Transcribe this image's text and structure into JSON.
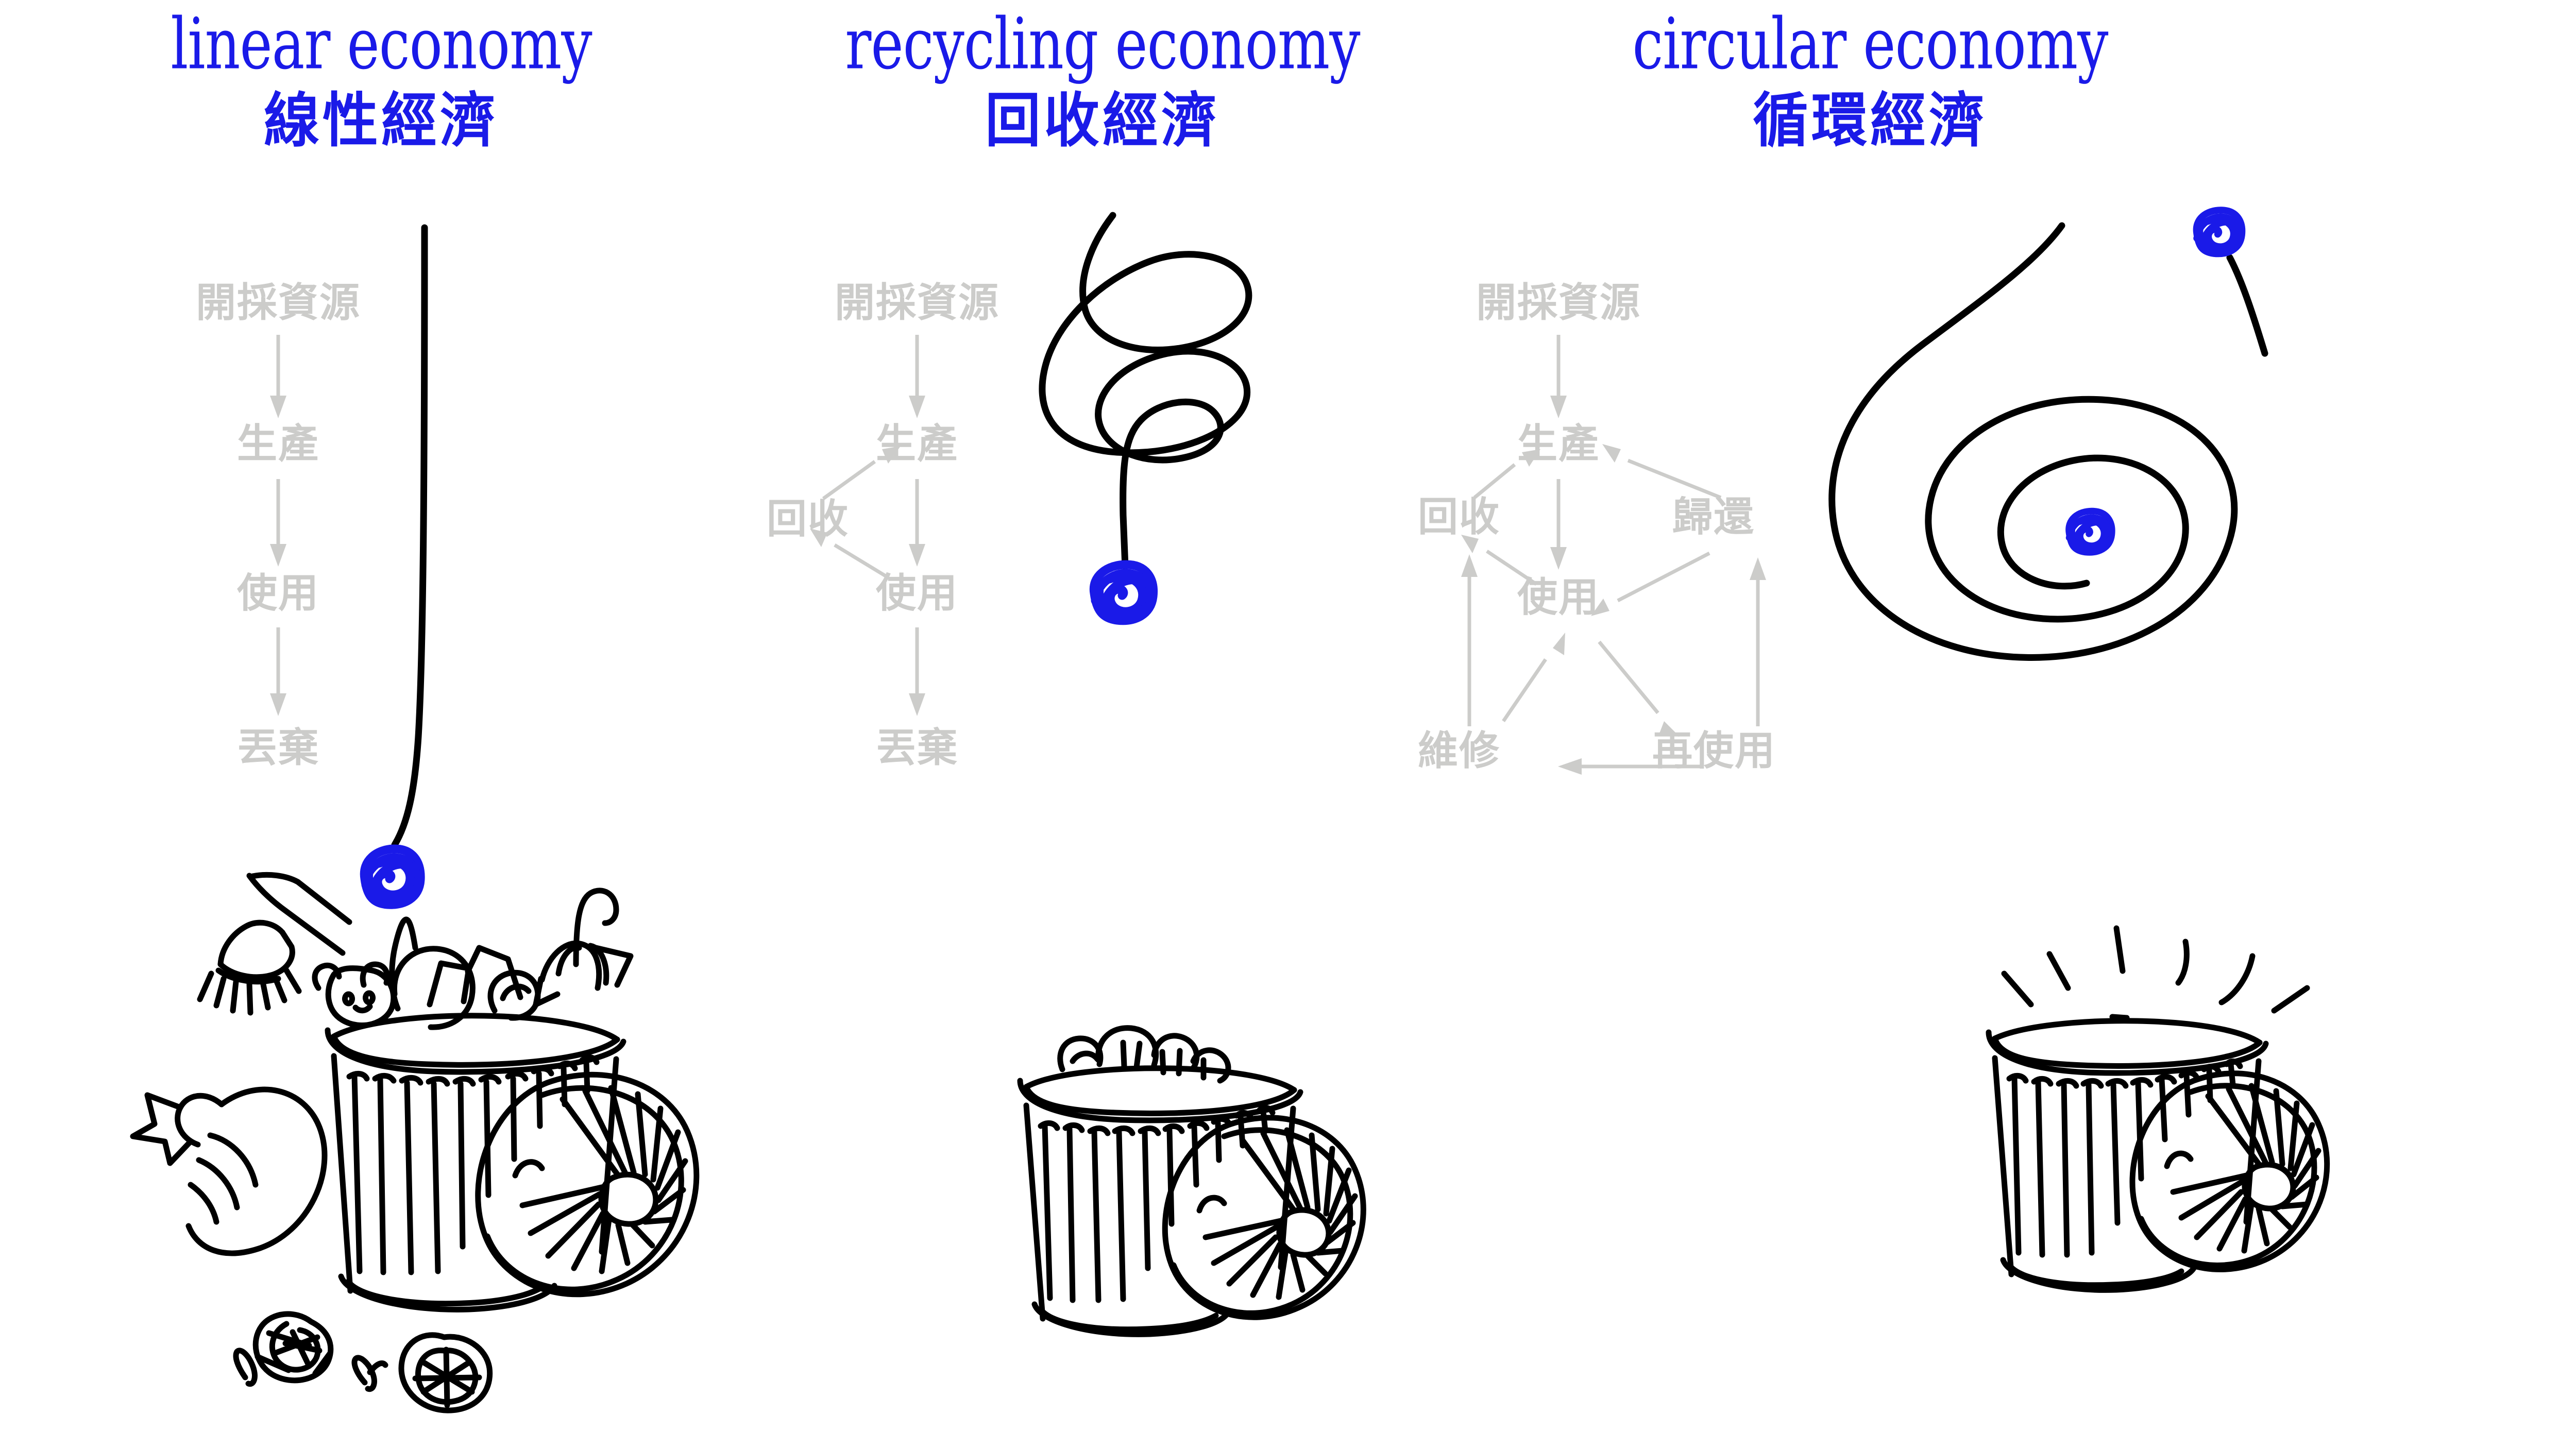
{
  "page": {
    "background_color": "#ffffff",
    "accent_blue": "#1a1ae8",
    "flow_gray": "#ccccca",
    "ink_black": "#000000"
  },
  "columns": [
    {
      "id": "linear",
      "title_en": "linear economy",
      "title_zh": "線性經濟",
      "flow_type": "straight-chain",
      "nodes": [
        "開採資源",
        "生產",
        "使用",
        "丟棄"
      ],
      "edges": [
        {
          "from": "開採資源",
          "to": "生產"
        },
        {
          "from": "生產",
          "to": "使用"
        },
        {
          "from": "使用",
          "to": "丟棄"
        }
      ],
      "thread": {
        "shape": "straight-line",
        "end_marker": "blue-yarn-ball",
        "ball_count": 1
      },
      "bin": {
        "state": "overflowing",
        "lid": "leaning-right",
        "contents": [
          "broom",
          "teddy-bear",
          "umbrella",
          "paper-scraps",
          "ball"
        ],
        "debris": [
          "crumpled-ball",
          "tangled-ball",
          "shard",
          "shard"
        ]
      }
    },
    {
      "id": "recycling",
      "title_en": "recycling economy",
      "title_zh": "回收經濟",
      "flow_type": "chain-with-recycle-loop",
      "nodes": [
        "開採資源",
        "生產",
        "使用",
        "丟棄",
        "回收"
      ],
      "edges": [
        {
          "from": "開採資源",
          "to": "生產"
        },
        {
          "from": "生產",
          "to": "使用"
        },
        {
          "from": "使用",
          "to": "丟棄"
        },
        {
          "from": "使用",
          "to": "回收"
        },
        {
          "from": "回收",
          "to": "生產"
        }
      ],
      "thread": {
        "shape": "descending-spiral",
        "loops": 3,
        "end_marker": "blue-yarn-ball",
        "ball_count": 1
      },
      "bin": {
        "state": "full",
        "lid": "leaning-right",
        "contents": [
          "refuse"
        ],
        "debris": []
      }
    },
    {
      "id": "circular",
      "title_en": "circular economy",
      "title_zh": "循環經濟",
      "flow_type": "closed-network",
      "nodes": [
        "開採資源",
        "生產",
        "使用",
        "回收",
        "歸還",
        "維修",
        "再使用"
      ],
      "edges": [
        {
          "from": "開採資源",
          "to": "生產"
        },
        {
          "from": "生產",
          "to": "使用"
        },
        {
          "from": "回收",
          "to": "生產"
        },
        {
          "from": "使用",
          "to": "回收"
        },
        {
          "from": "維修",
          "to": "回收"
        },
        {
          "from": "維修",
          "to": "使用"
        },
        {
          "from": "使用",
          "to": "再使用"
        },
        {
          "from": "再使用",
          "to": "維修"
        },
        {
          "from": "再使用",
          "to": "歸還"
        },
        {
          "from": "歸還",
          "to": "生產"
        },
        {
          "from": "歸還",
          "to": "使用"
        }
      ],
      "thread": {
        "shape": "inward-spiral",
        "loops": 3,
        "end_marker": "blue-yarn-ball",
        "ball_count": 2
      },
      "bin": {
        "state": "empty",
        "lid": "leaning-right",
        "contents": [],
        "shine_lines": 7
      }
    }
  ]
}
